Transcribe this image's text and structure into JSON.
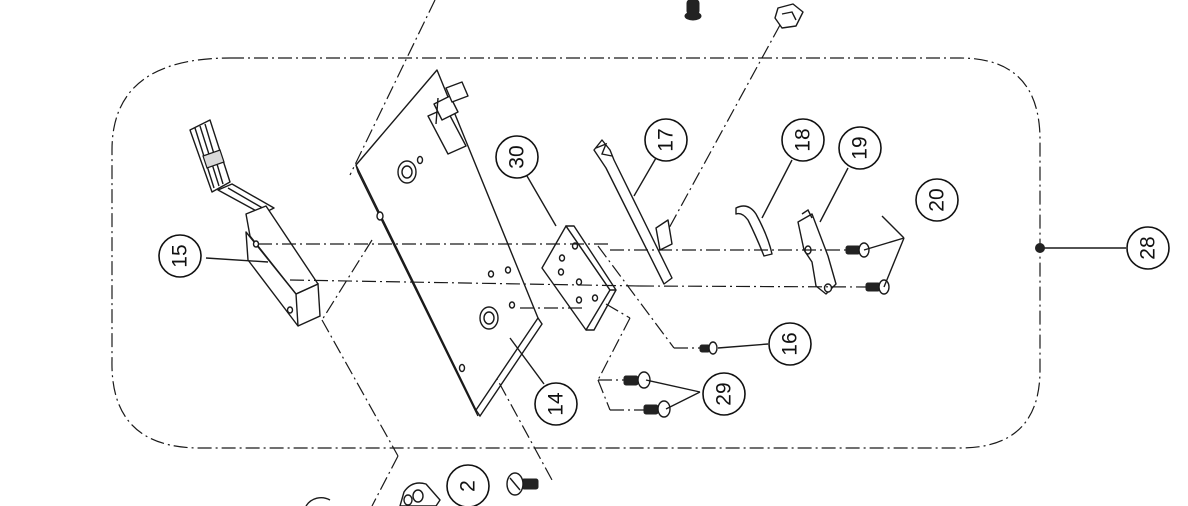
{
  "callouts": {
    "c15": "15",
    "c30": "30",
    "c17": "17",
    "c18": "18",
    "c19": "19",
    "c20": "20",
    "c28": "28",
    "c16": "16",
    "c14": "14",
    "c29": "29",
    "c2": "2"
  }
}
